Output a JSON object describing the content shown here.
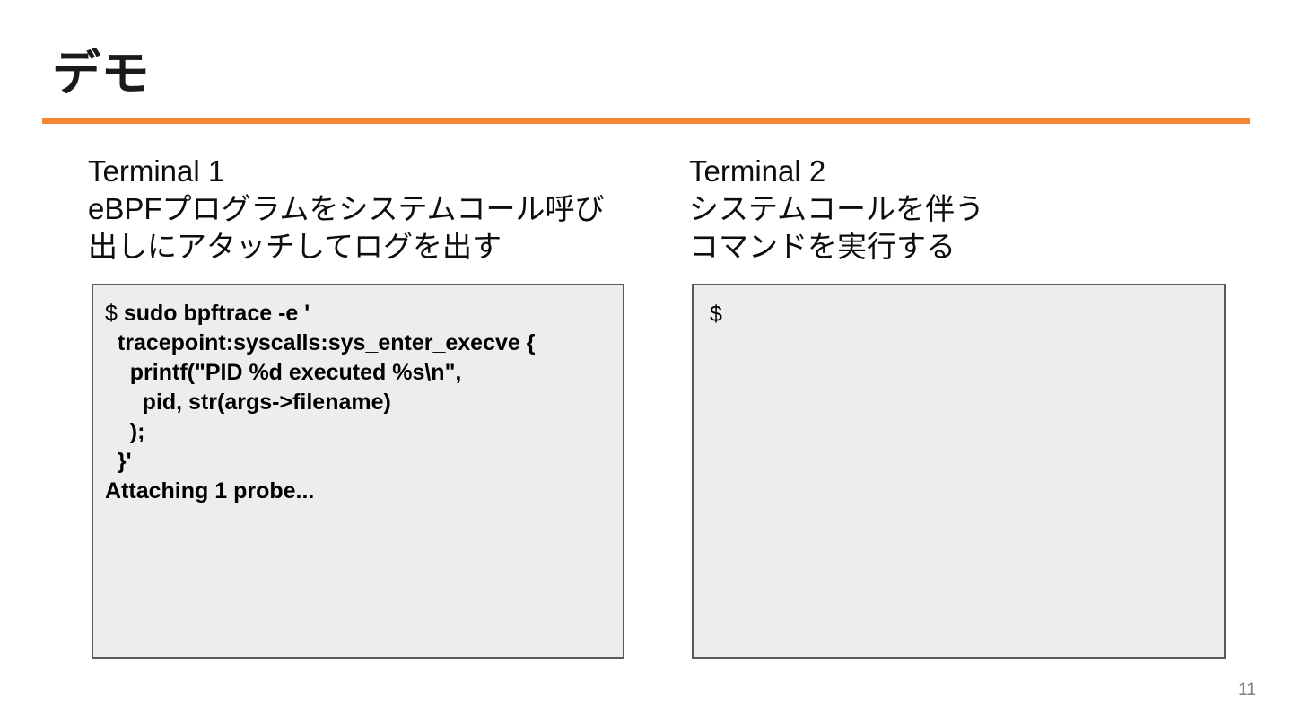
{
  "slide": {
    "title": "デモ",
    "page_number": "11",
    "accent_color": "#F58634",
    "box_fill_color": "#EDEDED",
    "box_border_color": "#5A5A5A",
    "page_number_color": "#7F7F7F"
  },
  "columns": {
    "left": {
      "heading": "Terminal 1\neBPFプログラムをシステムコール呼び\n出しにアタッチしてログを出す",
      "terminal": {
        "prompt": "$",
        "command_block": " sudo bpftrace -e '\n  tracepoint:syscalls:sys_enter_execve {\n    printf(\"PID %d executed %s\\n\",\n      pid, str(args->filename)\n    );\n  }'\nAttaching 1 probe...",
        "lines": [
          "$ sudo bpftrace -e '",
          "  tracepoint:syscalls:sys_enter_execve {",
          "    printf(\"PID %d executed %s\\n\",",
          "      pid, str(args->filename)",
          "    );",
          "  }'",
          "Attaching 1 probe..."
        ]
      }
    },
    "right": {
      "heading": "Terminal 2\nシステムコールを伴う\nコマンドを実行する",
      "terminal": {
        "prompt": "$",
        "command_block": "",
        "lines": [
          "$"
        ]
      }
    }
  }
}
